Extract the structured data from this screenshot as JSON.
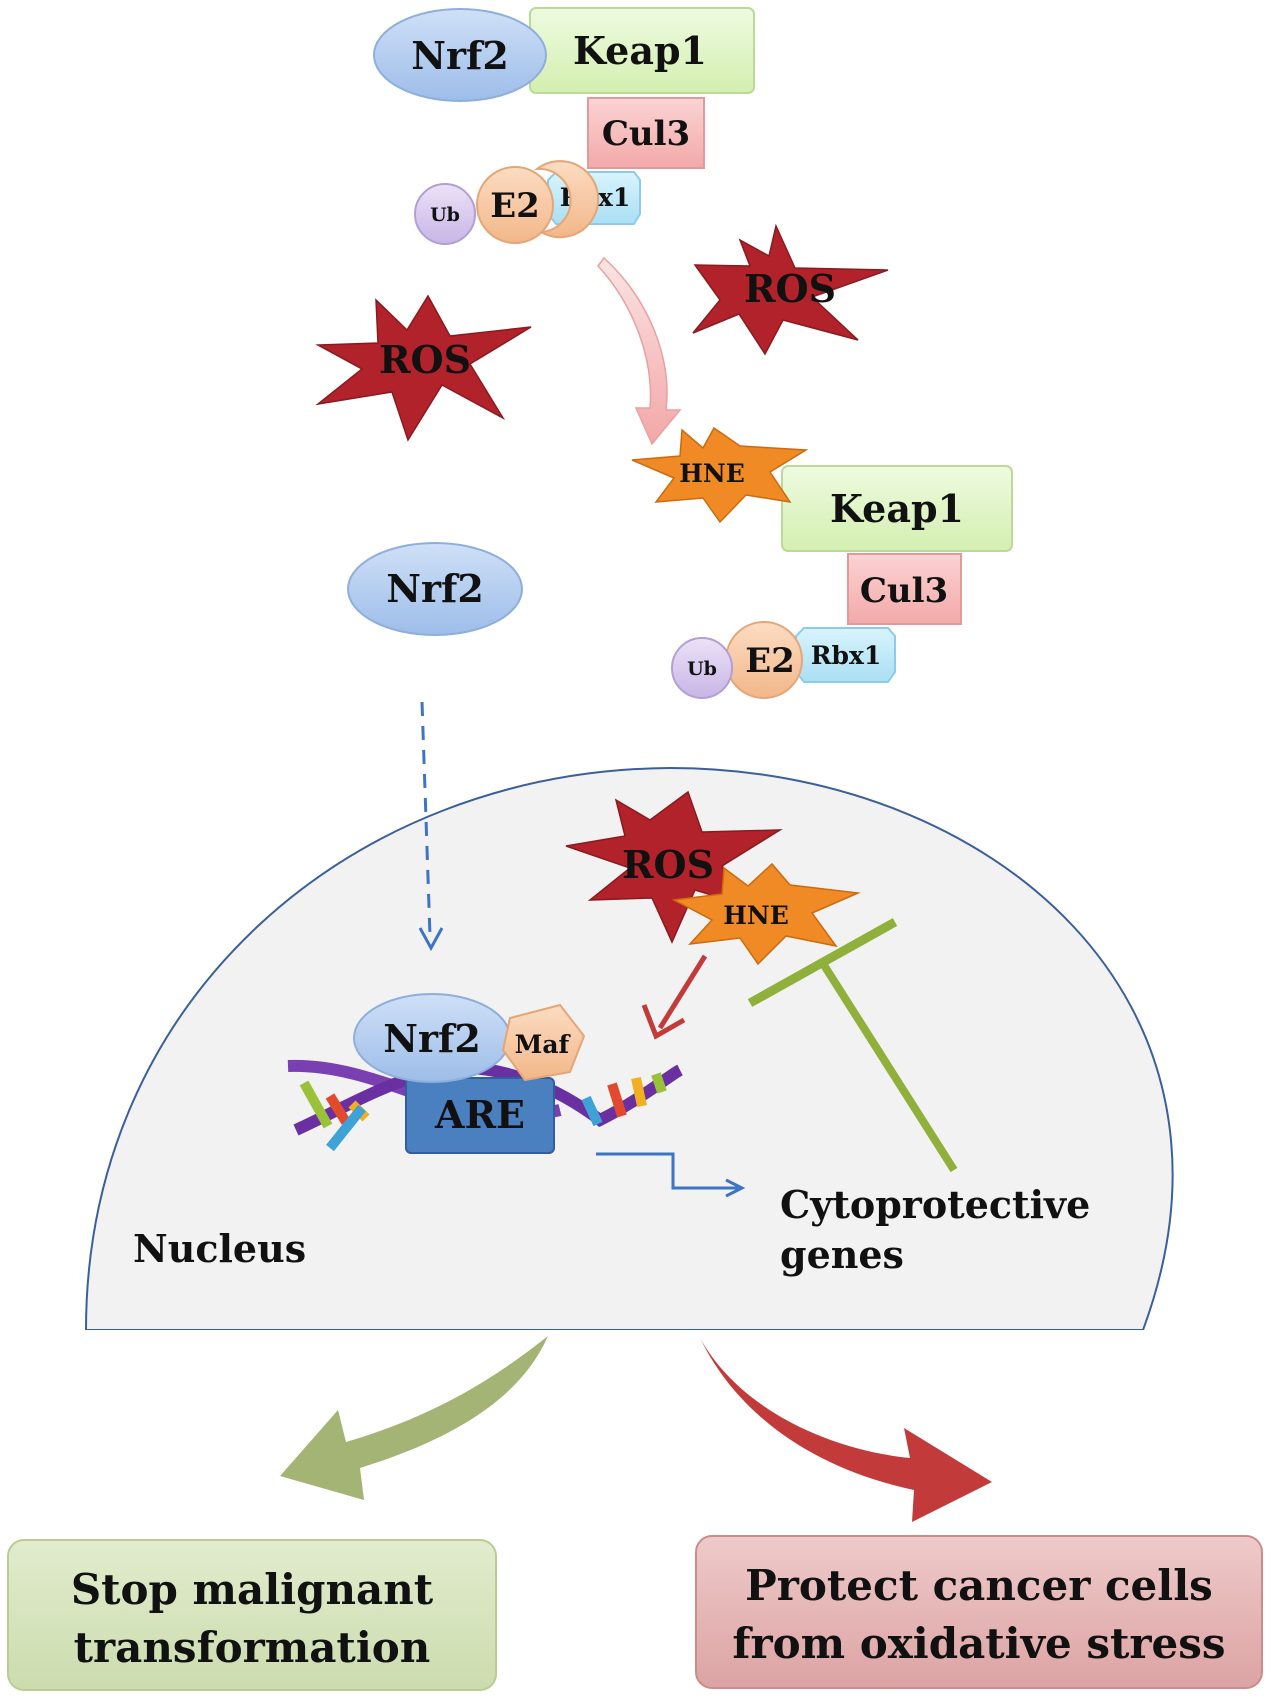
{
  "complex_top": {
    "nrf2": "Nrf2",
    "keap1": "Keap1",
    "cul3": "Cul3",
    "ub": "Ub",
    "e2": "E2",
    "rbx1": "Rbx1"
  },
  "ros": [
    "ROS",
    "ROS",
    "ROS"
  ],
  "complex_hne": {
    "hne": "HNE",
    "keap1": "Keap1",
    "cul3": "Cul3",
    "ub": "Ub",
    "e2": "E2",
    "rbx1": "Rbx1"
  },
  "free_nrf2": "Nrf2",
  "nucleus": {
    "label": "Nucleus",
    "hne": "HNE",
    "nrf2": "Nrf2",
    "maf": "Maf",
    "are": "ARE",
    "genes_line1": "Cytoprotective",
    "genes_line2": "genes"
  },
  "outcomes": {
    "left_line1": "Stop malignant",
    "left_line2": "transformation",
    "right_line1": "Protect cancer cells",
    "right_line2": "from oxidative stress"
  },
  "colors": {
    "nrf2_fill": "#a9c6ee",
    "keap1_fill": "#dff5c2",
    "cul3_fill": "#f9c0c0",
    "e2_fill": "#f8c9a3",
    "ub_fill": "#d9c9ee",
    "rbx1_fill": "#bfe9f8",
    "ros_fill": "#b2222b",
    "hne_fill": "#f08a24",
    "are_fill": "#4a7fc0",
    "nucleus_fill": "#f2f2f2",
    "inhibitor": "#8fb03a",
    "left_outcome": "#d8e4c0",
    "right_outcome": "#e6b7b7",
    "green_arrow": "#a3b475",
    "red_arrow": "#c23a3a"
  }
}
